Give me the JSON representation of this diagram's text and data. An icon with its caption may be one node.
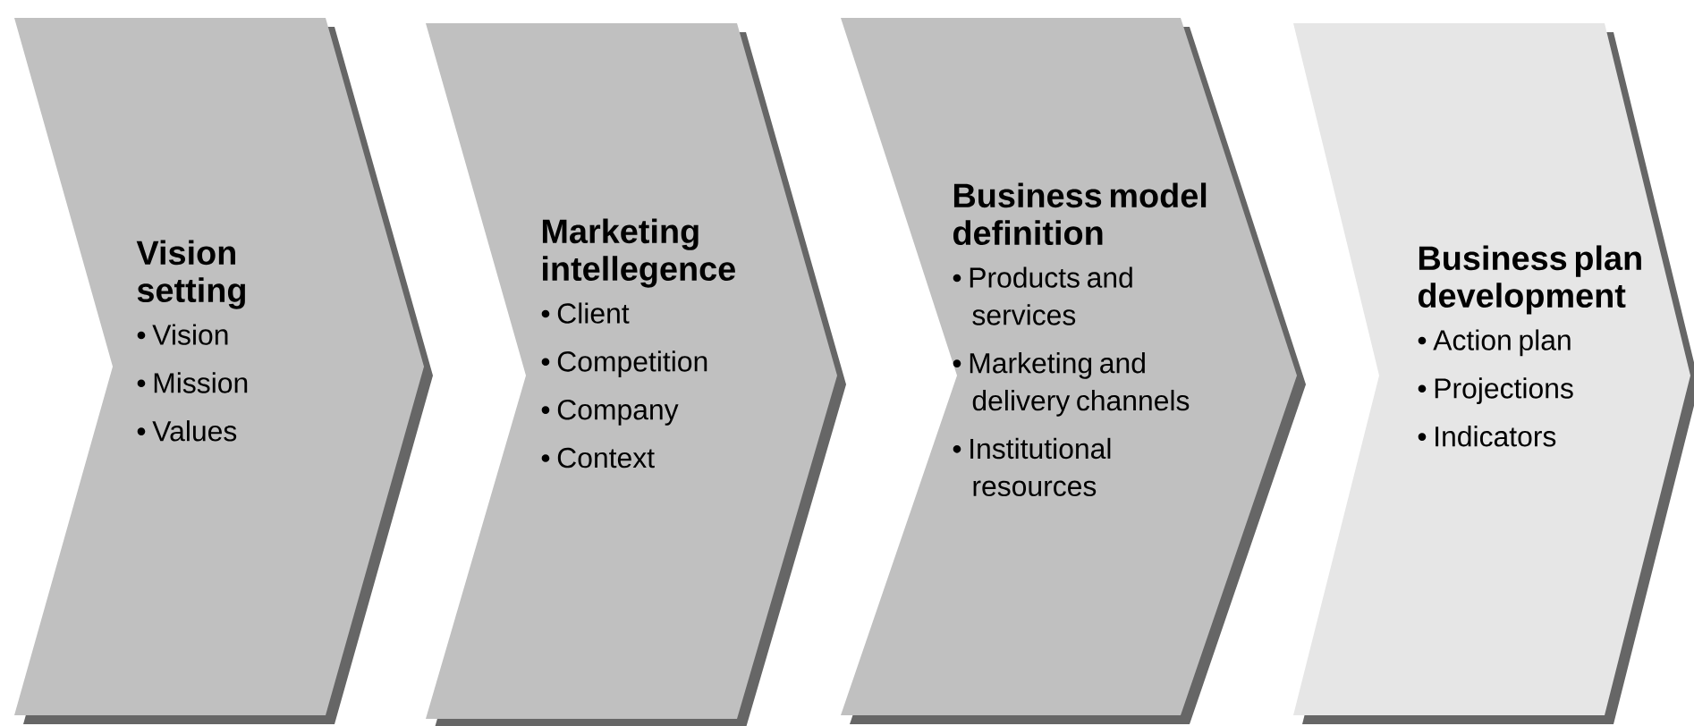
{
  "diagram": {
    "nodes": [
      {
        "text": [
          "Vision setting",
          "• Vision",
          "• Mission",
          "• Values"
        ]
      },
      {
        "text": [
          "Marketing intellegence",
          "• Client",
          "• Competition",
          "• Company",
          "• Context"
        ]
      },
      {
        "text": [
          "Business model definition",
          "• Products and services",
          "• Marketing and delivery channels",
          "• Institutional resources"
        ]
      },
      {
        "text": [
          "Business plan development",
          "• Action plan",
          "• Projections",
          "• Indicators"
        ]
      }
    ]
  }
}
